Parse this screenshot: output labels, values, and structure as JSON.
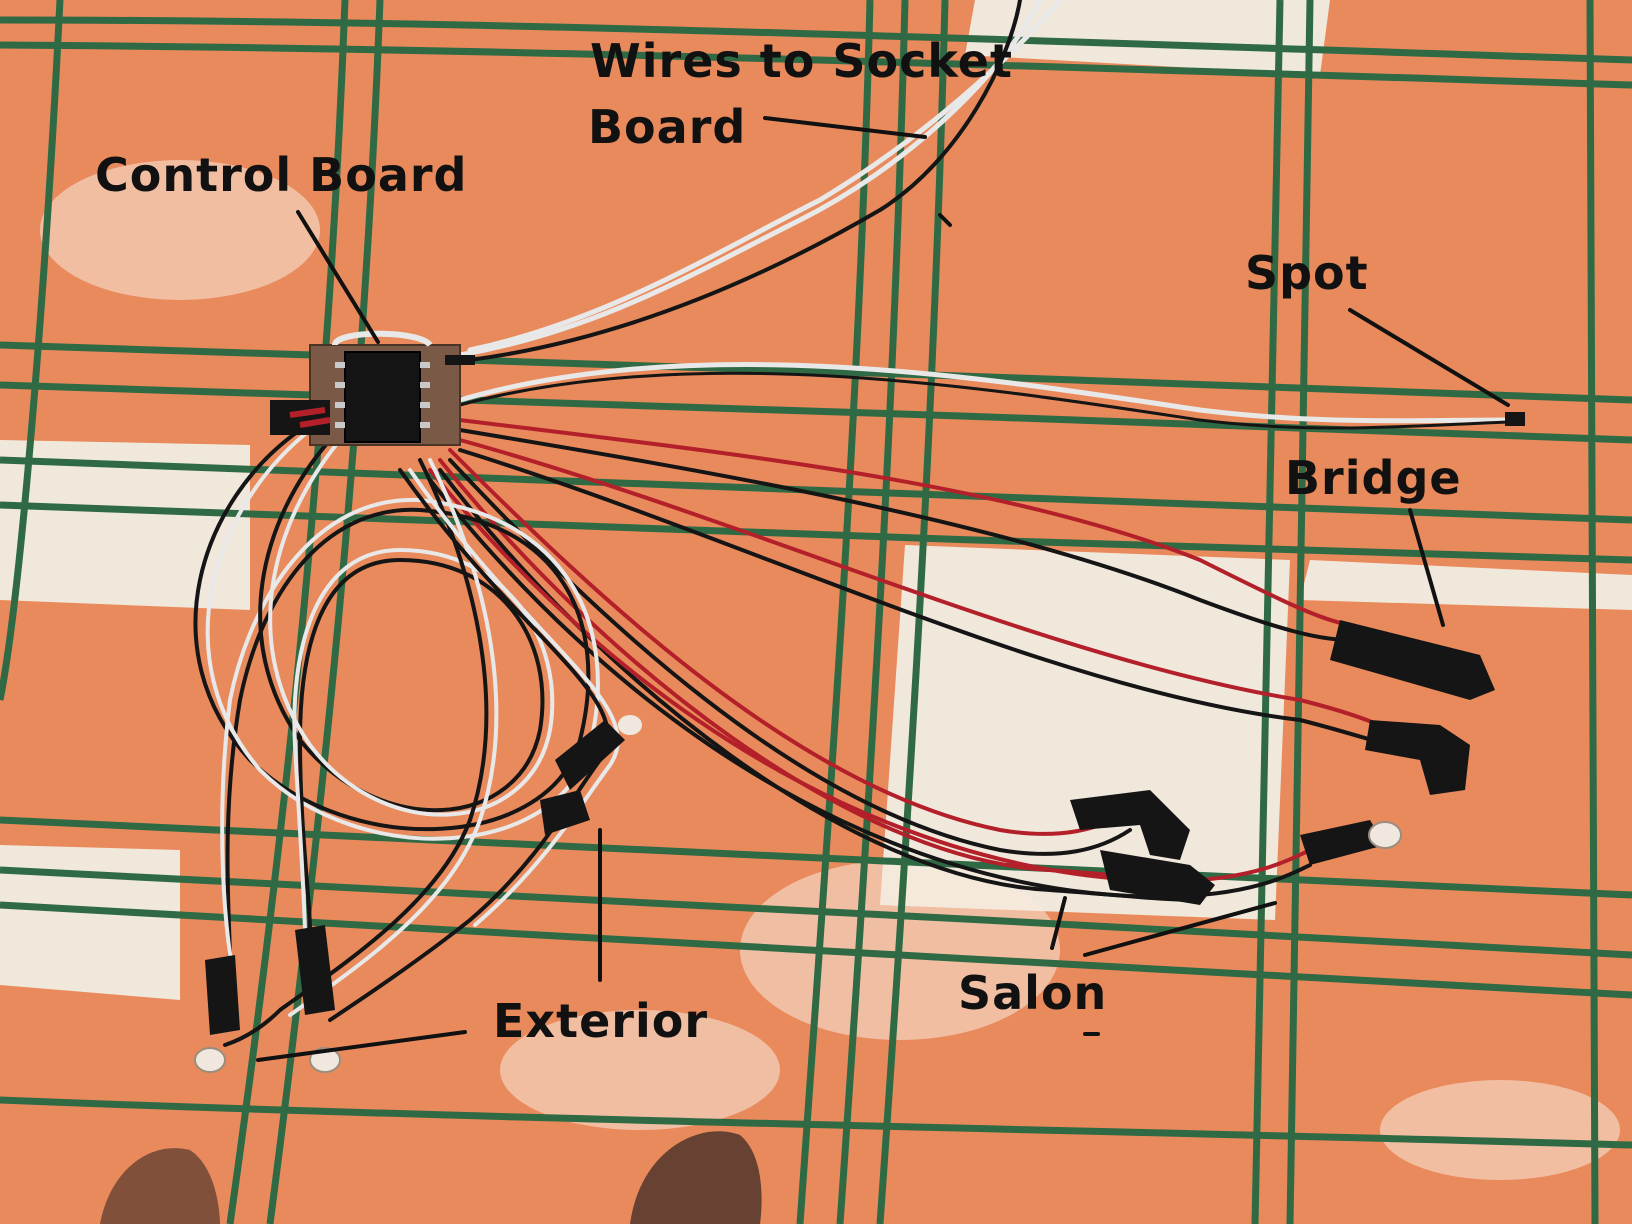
{
  "labels": {
    "wires_to_socket_line1": "Wires to Socket",
    "wires_to_socket_line2": "Board",
    "control_board": "Control Board",
    "spot": "Spot",
    "bridge": "Bridge",
    "exterior": "Exterior",
    "salon": "Salon"
  },
  "colors": {
    "tablecloth_orange": "#e98a5c",
    "tablecloth_cream": "#f1e8dc",
    "stripe_green": "#2f6a45",
    "wire_black": "#151515",
    "wire_white": "#e8e8e8",
    "wire_red": "#b3202a",
    "label_text": "#111111"
  }
}
